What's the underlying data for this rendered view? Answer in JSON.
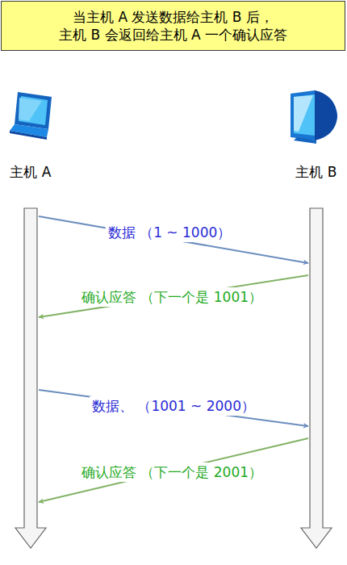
{
  "diagram": {
    "title": "当主机 A 发送数据给主机 B 后， 主机 B 会返回给主机 A 一个确认应答",
    "nodes": [
      {
        "text": [
          "主机 A"
        ]
      },
      {
        "text": [
          "主机 B"
        ]
      }
    ],
    "edges": [
      {
        "from": 0,
        "to": 1,
        "arrow": "to",
        "label": "数据 （1 ~ 1000）"
      },
      {
        "from": 1,
        "to": 0,
        "arrow": "to",
        "label": "确认应答 （下一个是 1001）"
      },
      {
        "from": 0,
        "to": 1,
        "arrow": "to",
        "label": "数据、 （1001 ~ 2000）"
      },
      {
        "from": 1,
        "to": 0,
        "arrow": "to",
        "label": "确认应答 （下一个是 2001）"
      }
    ]
  }
}
